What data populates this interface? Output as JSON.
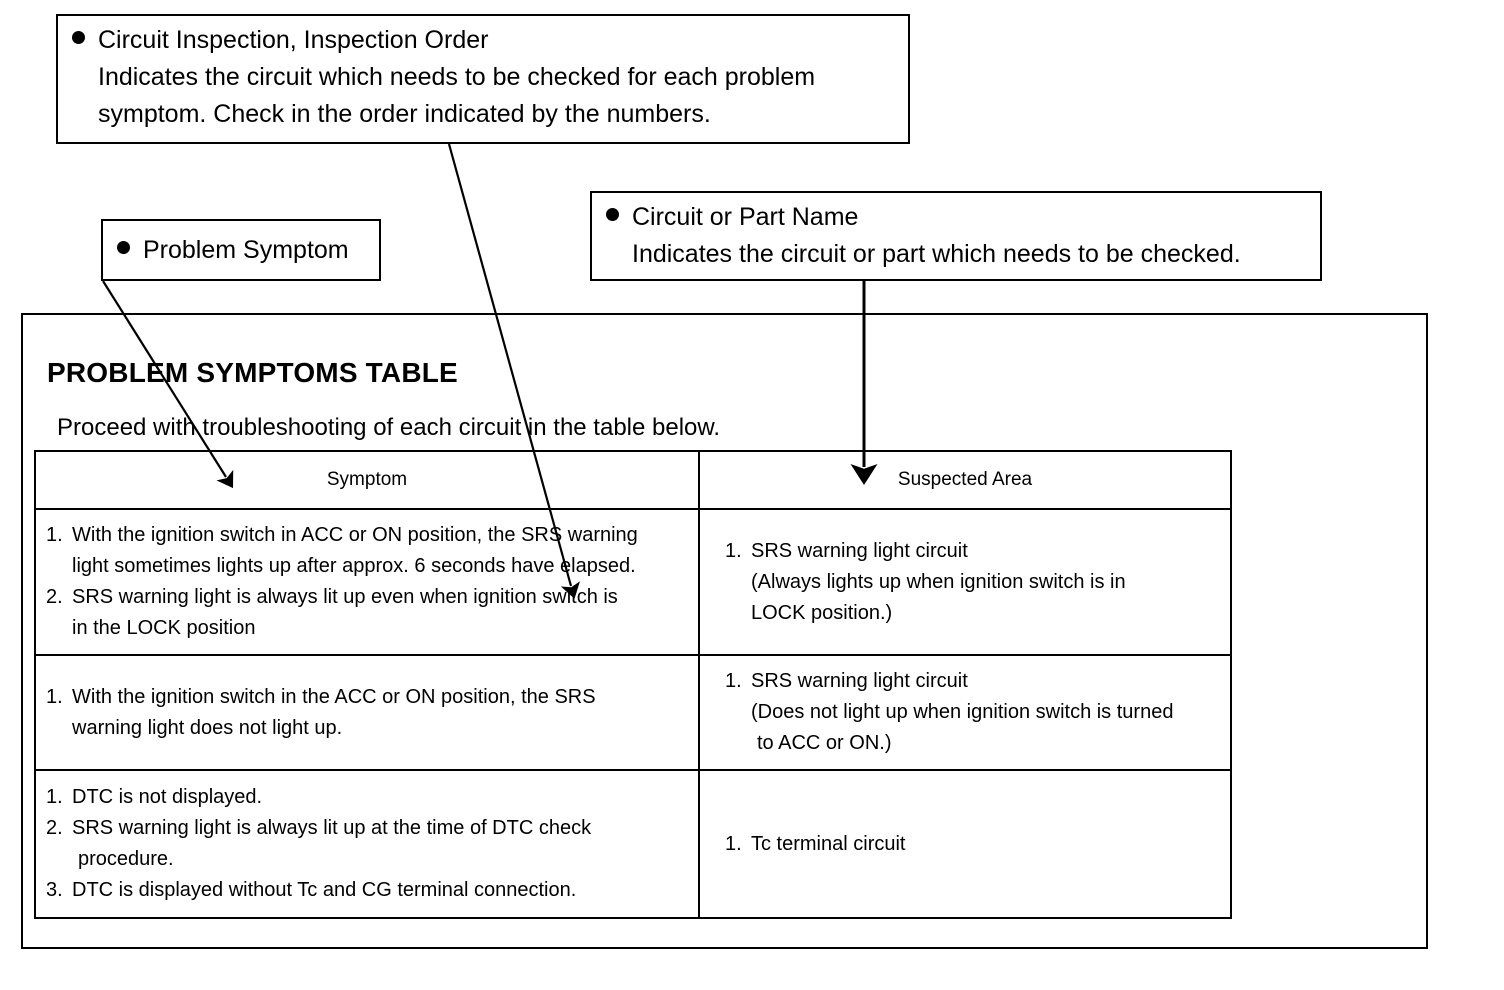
{
  "callouts": [
    {
      "id": "inspection",
      "bullet_label": "Circuit Inspection, Inspection Order",
      "lines": [
        "Indicates the circuit which needs to be checked for each problem",
        "symptom. Check in the order indicated by the numbers."
      ]
    },
    {
      "id": "symptom",
      "bullet_label": "Problem Symptom",
      "lines": []
    },
    {
      "id": "partname",
      "bullet_label": "Circuit or Part Name",
      "lines": [
        "Indicates the circuit or part which needs to be checked."
      ]
    }
  ],
  "main": {
    "title": "PROBLEM SYMPTOMS TABLE",
    "intro": "Proceed with troubleshooting of each circuit in the table below.",
    "table": {
      "headers": {
        "symptom": "Symptom",
        "suspected_area": "Suspected Area"
      },
      "rows": [
        {
          "symptom_items": [
            {
              "num": "1.",
              "lines": [
                "With the ignition switch in  ACC or ON position, the SRS warning",
                "light sometimes lights up after approx. 6 seconds have elapsed."
              ]
            },
            {
              "num": "2.",
              "lines": [
                "SRS warning light is always lit up even when ignition switch is",
                "in the LOCK position"
              ]
            }
          ],
          "area_items": [
            {
              "num": "1.",
              "lines": [
                "SRS warning light circuit",
                "(Always lights up when ignition switch is in",
                "LOCK position.)"
              ]
            }
          ]
        },
        {
          "symptom_items": [
            {
              "num": "1.",
              "lines": [
                "With the ignition switch in the ACC or ON position, the SRS",
                "warning light does not light up."
              ]
            }
          ],
          "area_items": [
            {
              "num": "1.",
              "lines": [
                "SRS warning light circuit",
                " (Does not light up when ignition switch is turned",
                "to ACC or ON.)"
              ]
            }
          ]
        },
        {
          "symptom_items": [
            {
              "num": "1.",
              "lines": [
                "DTC is not displayed."
              ]
            },
            {
              "num": "2.",
              "lines": [
                "SRS warning light is always lit up at the time of DTC check",
                "procedure."
              ]
            },
            {
              "num": "3.",
              "lines": [
                "DTC is displayed without Tc and CG terminal connection."
              ]
            }
          ],
          "area_items": [
            {
              "num": "1.",
              "lines": [
                "Tc terminal circuit"
              ]
            }
          ]
        }
      ]
    }
  },
  "colors": {
    "ink": "#000000",
    "paper": "#ffffff"
  }
}
